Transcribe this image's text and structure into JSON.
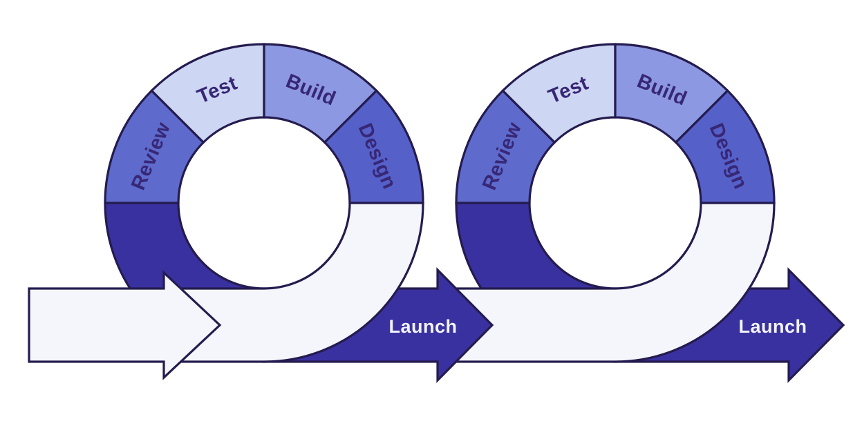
{
  "diagram": {
    "name": "iterative-development-loop-process",
    "loops": [
      {
        "id": "loop-1",
        "segments": [
          {
            "label": "Review",
            "color": "#5e6bcd"
          },
          {
            "label": "Test",
            "color": "#cdd6f2"
          },
          {
            "label": "Build",
            "color": "#8c98e1"
          },
          {
            "label": "Design",
            "color": "#5560c9"
          }
        ],
        "launch_label": "Launch"
      },
      {
        "id": "loop-2",
        "segments": [
          {
            "label": "Review",
            "color": "#5e6bcd"
          },
          {
            "label": "Test",
            "color": "#cdd6f2"
          },
          {
            "label": "Build",
            "color": "#8c98e1"
          },
          {
            "label": "Design",
            "color": "#5560c9"
          }
        ],
        "launch_label": "Launch"
      }
    ],
    "colors": {
      "loop_dark": "#3a31a0",
      "flow_band": "#f4f6fb",
      "outline": "#241b4e",
      "segment_text": "#372775",
      "launch_text": "#f2f3fc",
      "background": "#ffffff"
    }
  }
}
